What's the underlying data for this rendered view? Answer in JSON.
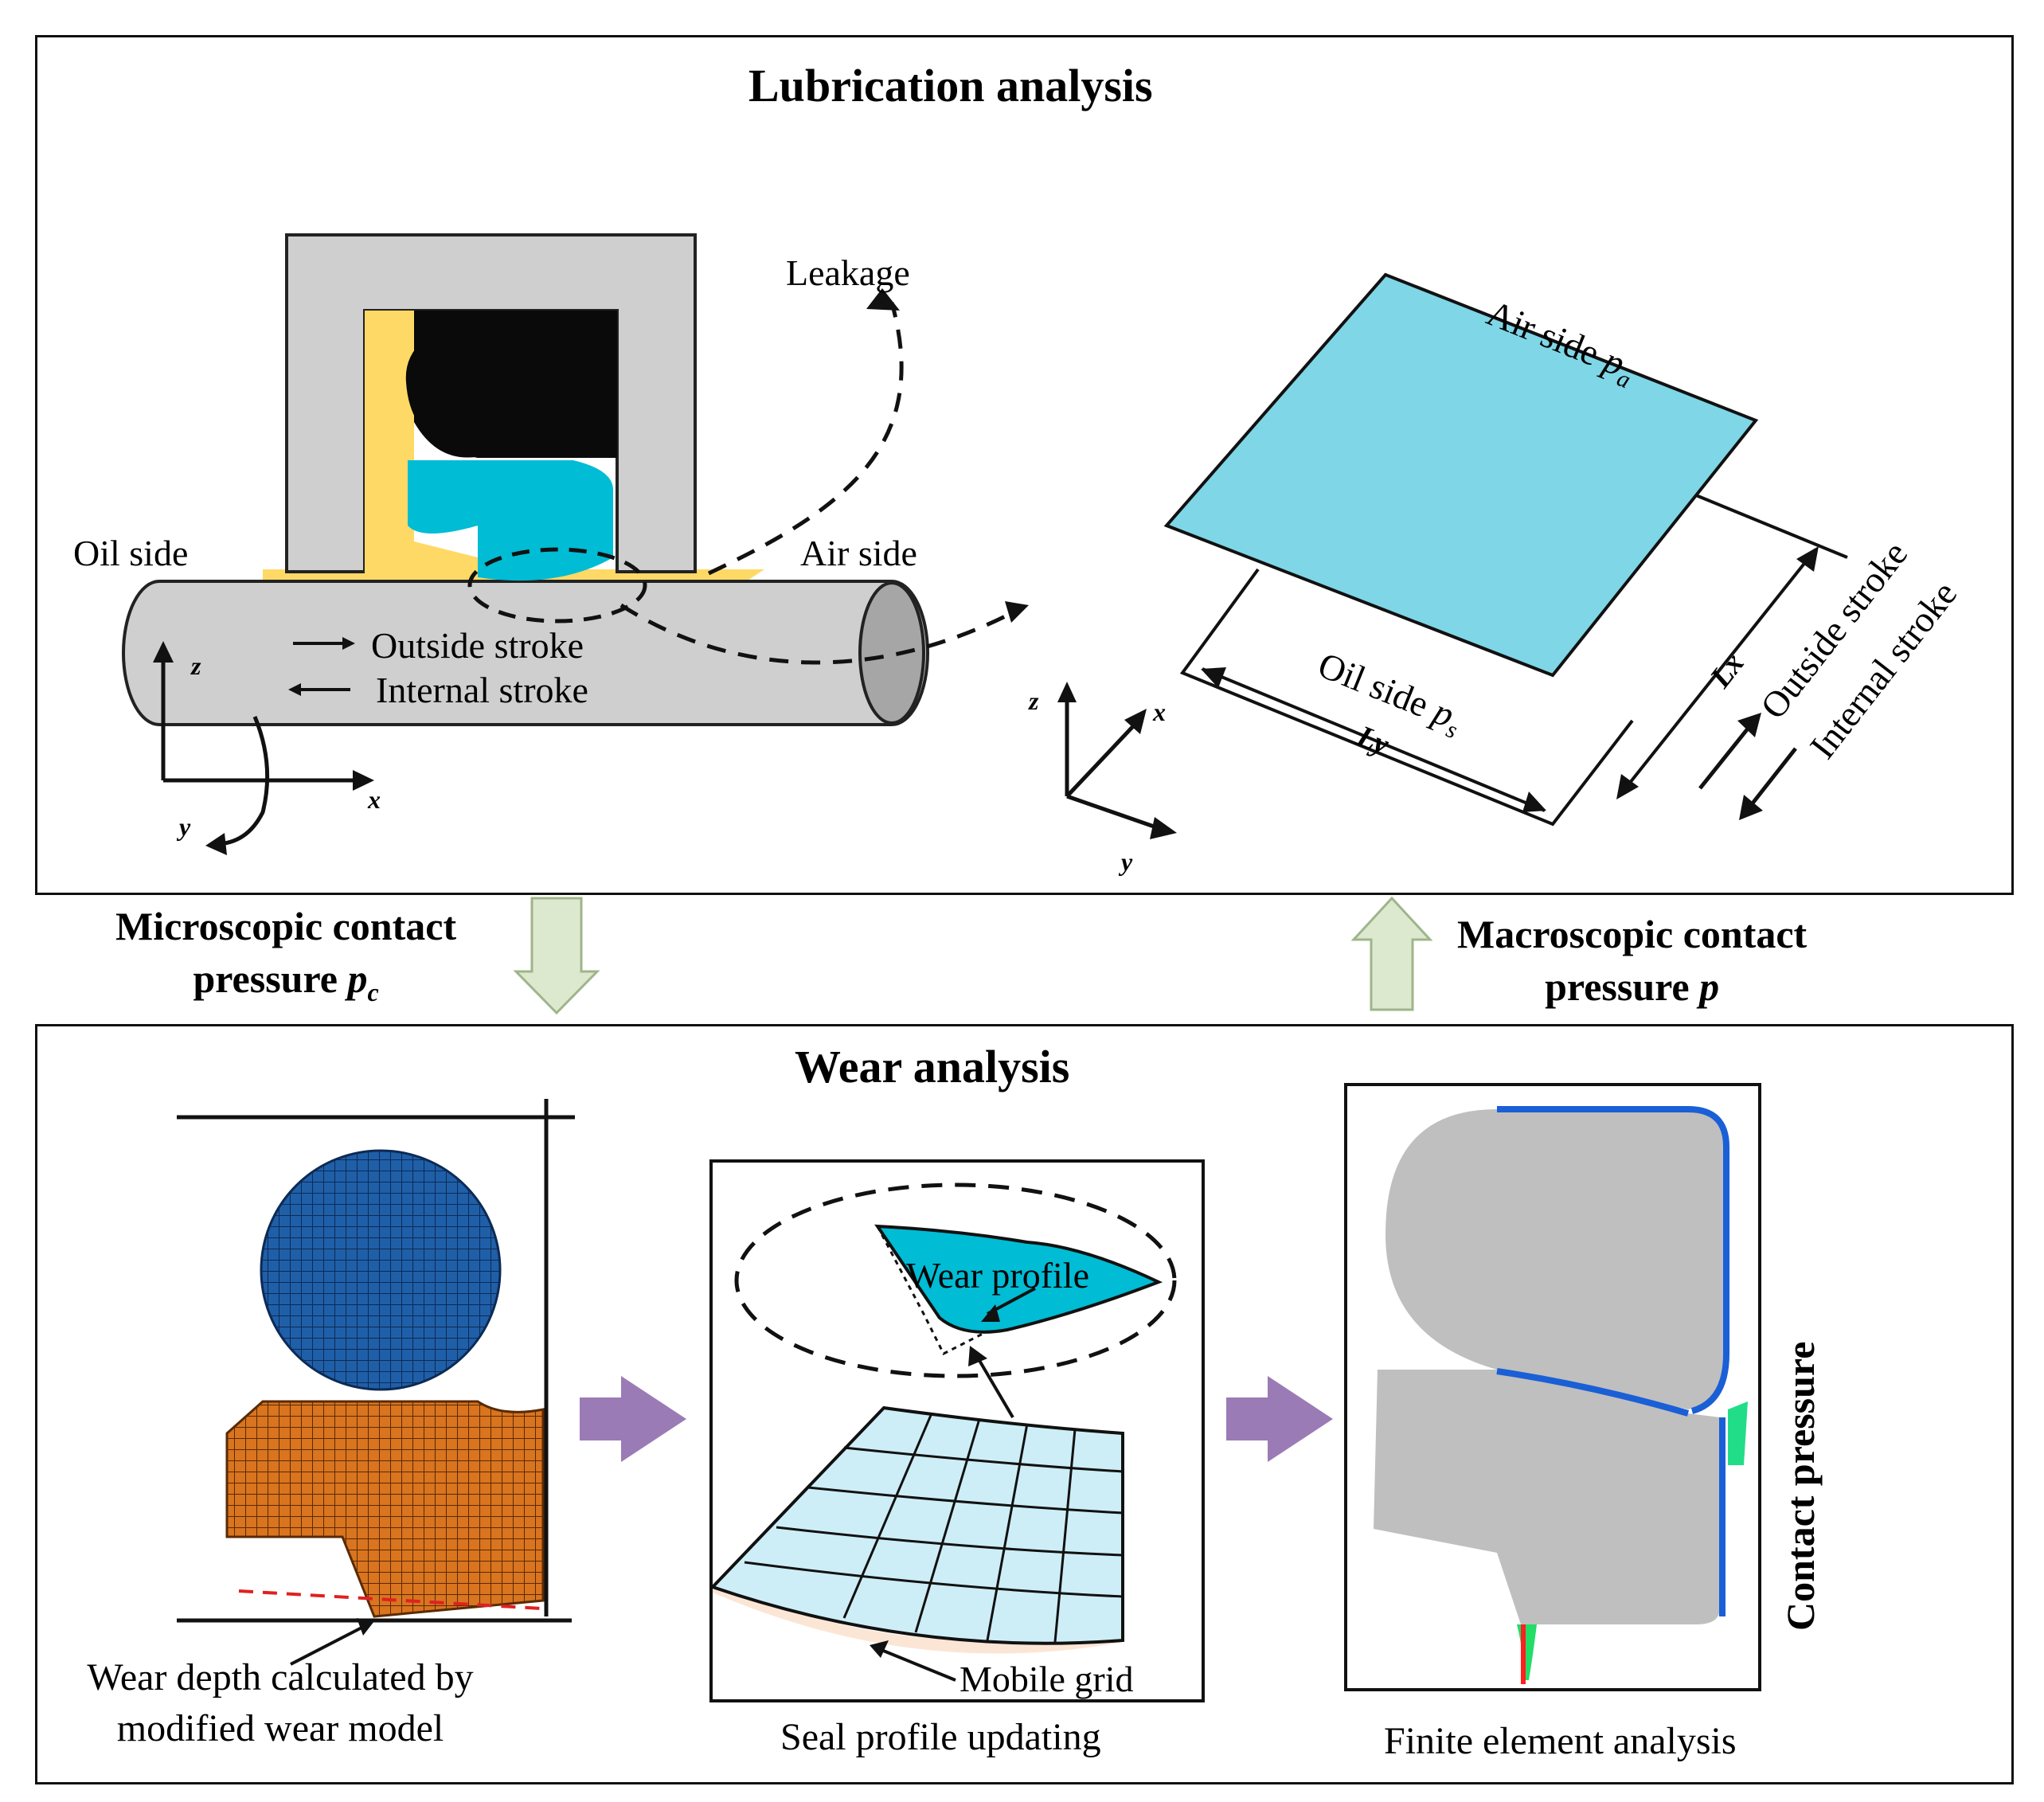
{
  "lubrication": {
    "title": "Lubrication analysis",
    "leakage": "Leakage",
    "oil_side": "Oil side",
    "air_side": "Air side",
    "outside_stroke": "Outside stroke",
    "internal_stroke": "Internal stroke",
    "axes": {
      "x": "x",
      "y": "y",
      "z": "z"
    },
    "film": {
      "air_side_label": "Air side",
      "air_side_sub": "a",
      "oil_side_label": "Oil side",
      "oil_side_sub": "s",
      "pressure_symbol": "p",
      "lx": "Lx",
      "ly": "Ly",
      "outside_stroke": "Outside stroke",
      "internal_stroke": "Internal stroke"
    }
  },
  "transfer": {
    "micro_line1": "Microscopic contact",
    "micro_line2": "pressure",
    "micro_symbol": "p",
    "micro_sub": "c",
    "macro_line1": "Macroscopic contact",
    "macro_line2": "pressure",
    "macro_symbol": "p"
  },
  "wear": {
    "title": "Wear analysis",
    "wear_depth_line1": "Wear depth calculated by",
    "wear_depth_line2": "modified wear model",
    "wear_profile": "Wear profile",
    "mobile_grid": "Mobile grid",
    "seal_profile_updating": "Seal profile updating",
    "finite_element_analysis": "Finite element analysis",
    "contact_pressure": "Contact pressure"
  },
  "colors": {
    "housing": "#cfcfcf",
    "seal_yellow": "#ffd966",
    "oring_black": "#0a0a0a",
    "seal_cyan": "#00bcd4",
    "film_cyan": "#7fd6e6",
    "mesh_blue": "#1f5fa8",
    "mesh_orange": "#d9741f",
    "flow_arrow_green": "#dde9cf",
    "process_arrow_purple": "#9b7bb5"
  }
}
